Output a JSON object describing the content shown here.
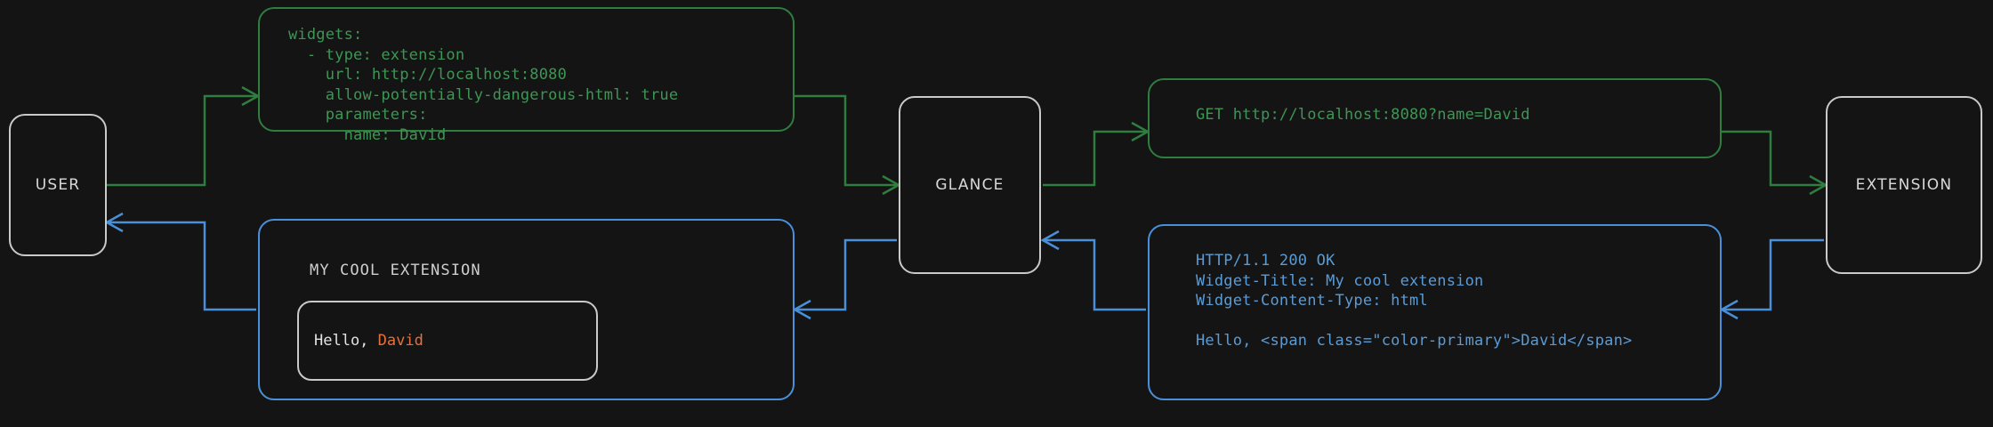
{
  "diagram": {
    "title": "Glance extension request flow",
    "background_color": "#141414",
    "colors": {
      "request_green": "#2f7d3f",
      "request_green_text": "#3d9654",
      "response_blue": "#4a90d9",
      "response_blue_text": "#5b9bd5",
      "node_border": "#c9c9c9",
      "node_label": "#d8d8d8",
      "accent_orange": "#e8703a",
      "widget_text": "#e2e2e2"
    }
  },
  "nodes": {
    "user": {
      "label": "USER"
    },
    "glance": {
      "label": "GLANCE"
    },
    "extension": {
      "label": "EXTENSION"
    }
  },
  "panels": {
    "config_yaml": {
      "name": "glance-config",
      "kind": "request",
      "lines": [
        "widgets:",
        "  - type: extension",
        "    url: http://localhost:8080",
        "    allow-potentially-dangerous-html: true",
        "    parameters:",
        "      name: David"
      ],
      "text": "widgets:\n  - type: extension\n    url: http://localhost:8080\n    allow-potentially-dangerous-html: true\n    parameters:\n      name: David"
    },
    "http_request": {
      "name": "outgoing-get-request",
      "kind": "request",
      "lines": [
        "GET http://localhost:8080?name=David"
      ],
      "text": "GET http://localhost:8080?name=David"
    },
    "http_response": {
      "name": "incoming-http-response",
      "kind": "response",
      "lines": [
        "HTTP/1.1 200 OK",
        "Widget-Title: My cool extension",
        "Widget-Content-Type: html",
        "",
        "Hello, <span class=\"color-primary\">David</span>"
      ],
      "text": "HTTP/1.1 200 OK\nWidget-Title: My cool extension\nWidget-Content-Type: html\n\nHello, <span class=\"color-primary\">David</span>"
    },
    "rendered_widget": {
      "name": "rendered-widget-preview",
      "kind": "response",
      "title": "MY COOL EXTENSION",
      "body_prefix": "Hello, ",
      "body_accent": "David"
    }
  },
  "edges": [
    {
      "name": "user-to-config",
      "from": "USER",
      "to": "config_yaml",
      "color": "request_green"
    },
    {
      "name": "config-to-glance",
      "from": "config_yaml",
      "to": "GLANCE",
      "color": "request_green"
    },
    {
      "name": "glance-to-request",
      "from": "GLANCE",
      "to": "http_request",
      "color": "request_green"
    },
    {
      "name": "request-to-extension",
      "from": "http_request",
      "to": "EXTENSION",
      "color": "request_green"
    },
    {
      "name": "extension-to-response",
      "from": "EXTENSION",
      "to": "http_response",
      "color": "response_blue"
    },
    {
      "name": "response-to-glance",
      "from": "http_response",
      "to": "GLANCE",
      "color": "response_blue"
    },
    {
      "name": "glance-to-widget",
      "from": "GLANCE",
      "to": "rendered_widget",
      "color": "response_blue"
    },
    {
      "name": "widget-to-user",
      "from": "rendered_widget",
      "to": "USER",
      "color": "response_blue"
    }
  ]
}
